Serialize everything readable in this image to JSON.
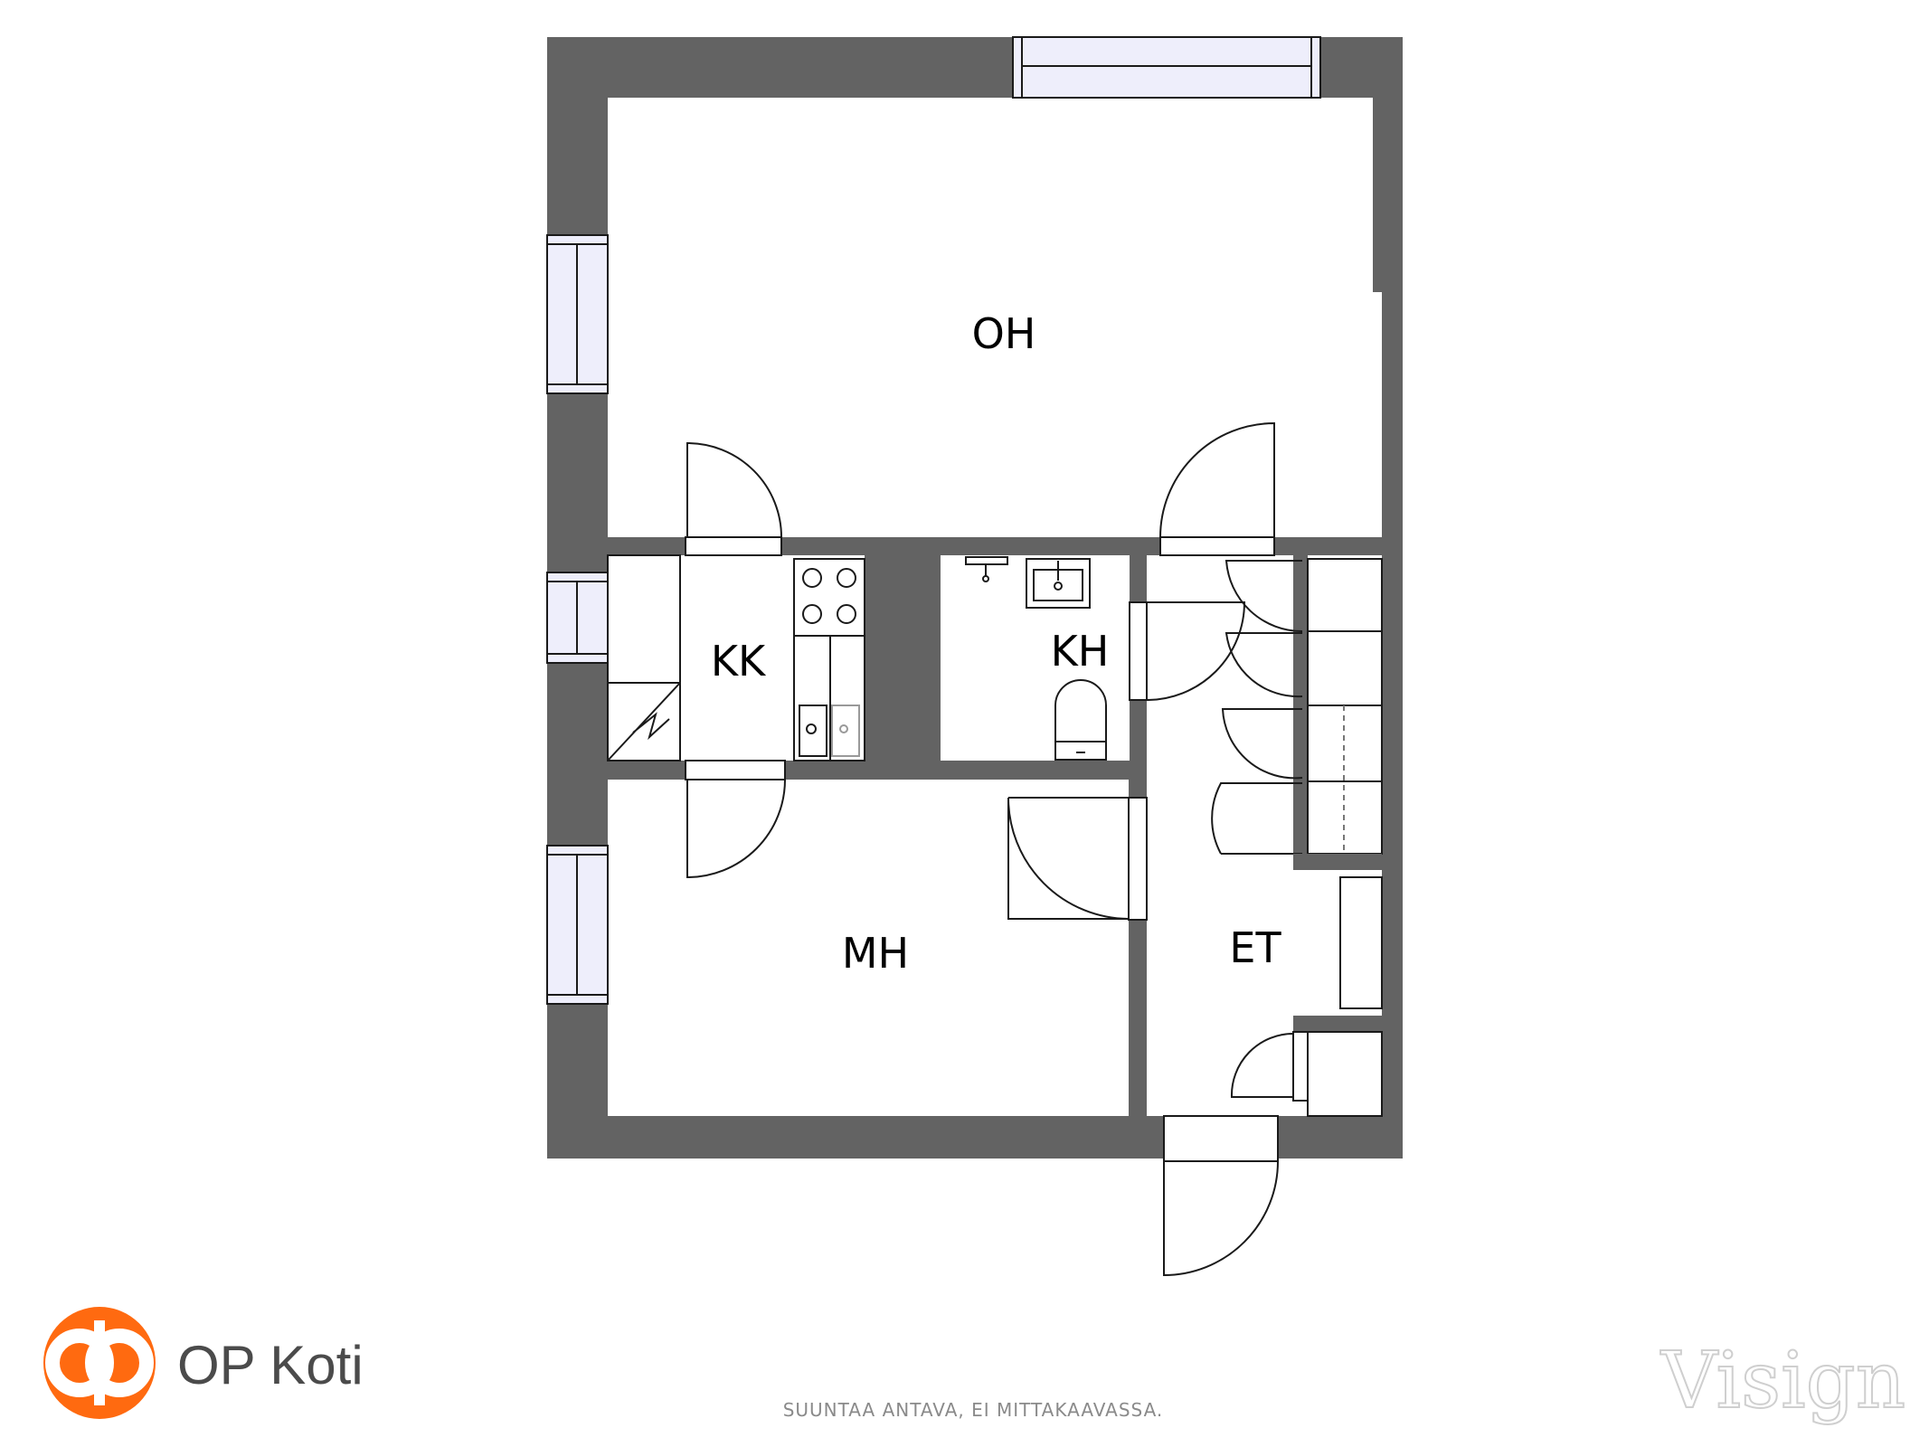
{
  "plan": {
    "rooms": [
      {
        "id": "oh",
        "label": "OH"
      },
      {
        "id": "kk",
        "label": "KK"
      },
      {
        "id": "kh",
        "label": "KH"
      },
      {
        "id": "mh",
        "label": "MH"
      },
      {
        "id": "et",
        "label": "ET"
      }
    ],
    "colors": {
      "wall": "#636363",
      "window_glass": "#eeeefb",
      "line": "#1a1a1a",
      "background": "#ffffff"
    }
  },
  "branding": {
    "logo_text": "OP Koti",
    "logo_color": "#ff6a10",
    "logo_icon": "op-logo-icon",
    "watermark": "Visign"
  },
  "footer": {
    "note": "SUUNTAA ANTAVA, EI MITTAKAAVASSA."
  }
}
